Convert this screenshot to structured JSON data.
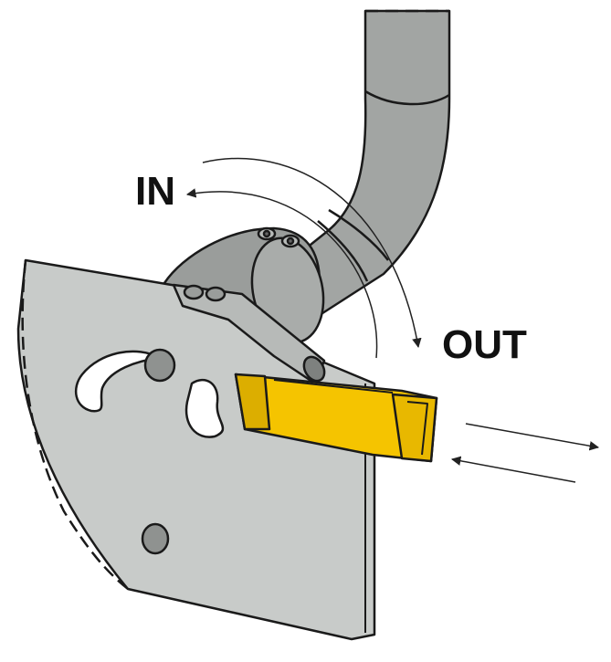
{
  "labels": {
    "in": "IN",
    "out": "OUT"
  },
  "colors": {
    "blade": "#c5c8c6",
    "hose": "#9ea19f",
    "hose_dark": "#8c8f8d",
    "insert": "#f5c400",
    "insert_dark": "#d6a600",
    "outline": "#1a1a1a",
    "arrow": "#222222"
  },
  "icons": {
    "rotation": "curved-double-arrow",
    "feed": "double-straight-arrow"
  }
}
